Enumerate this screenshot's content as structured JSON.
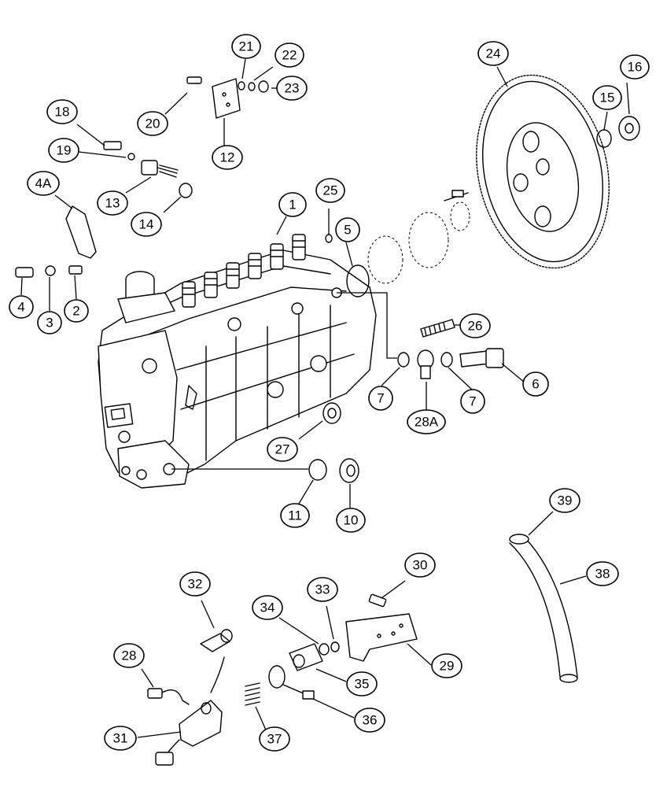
{
  "diagram": {
    "callouts": [
      {
        "id": "1",
        "label": "1"
      },
      {
        "id": "2",
        "label": "2"
      },
      {
        "id": "3",
        "label": "3"
      },
      {
        "id": "4",
        "label": "4"
      },
      {
        "id": "4A",
        "label": "4A"
      },
      {
        "id": "5",
        "label": "5"
      },
      {
        "id": "6",
        "label": "6"
      },
      {
        "id": "7a",
        "label": "7"
      },
      {
        "id": "7b",
        "label": "7"
      },
      {
        "id": "10",
        "label": "10"
      },
      {
        "id": "11",
        "label": "11"
      },
      {
        "id": "12",
        "label": "12"
      },
      {
        "id": "13",
        "label": "13"
      },
      {
        "id": "14",
        "label": "14"
      },
      {
        "id": "15",
        "label": "15"
      },
      {
        "id": "16",
        "label": "16"
      },
      {
        "id": "18",
        "label": "18"
      },
      {
        "id": "19",
        "label": "19"
      },
      {
        "id": "20",
        "label": "20"
      },
      {
        "id": "21",
        "label": "21"
      },
      {
        "id": "22",
        "label": "22"
      },
      {
        "id": "23",
        "label": "23"
      },
      {
        "id": "24",
        "label": "24"
      },
      {
        "id": "25",
        "label": "25"
      },
      {
        "id": "26",
        "label": "26"
      },
      {
        "id": "27",
        "label": "27"
      },
      {
        "id": "28",
        "label": "28"
      },
      {
        "id": "28A",
        "label": "28A"
      },
      {
        "id": "29",
        "label": "29"
      },
      {
        "id": "30",
        "label": "30"
      },
      {
        "id": "31",
        "label": "31"
      },
      {
        "id": "32",
        "label": "32"
      },
      {
        "id": "33",
        "label": "33"
      },
      {
        "id": "34",
        "label": "34"
      },
      {
        "id": "35",
        "label": "35"
      },
      {
        "id": "36",
        "label": "36"
      },
      {
        "id": "37",
        "label": "37"
      },
      {
        "id": "38",
        "label": "38"
      },
      {
        "id": "39",
        "label": "39"
      }
    ]
  }
}
